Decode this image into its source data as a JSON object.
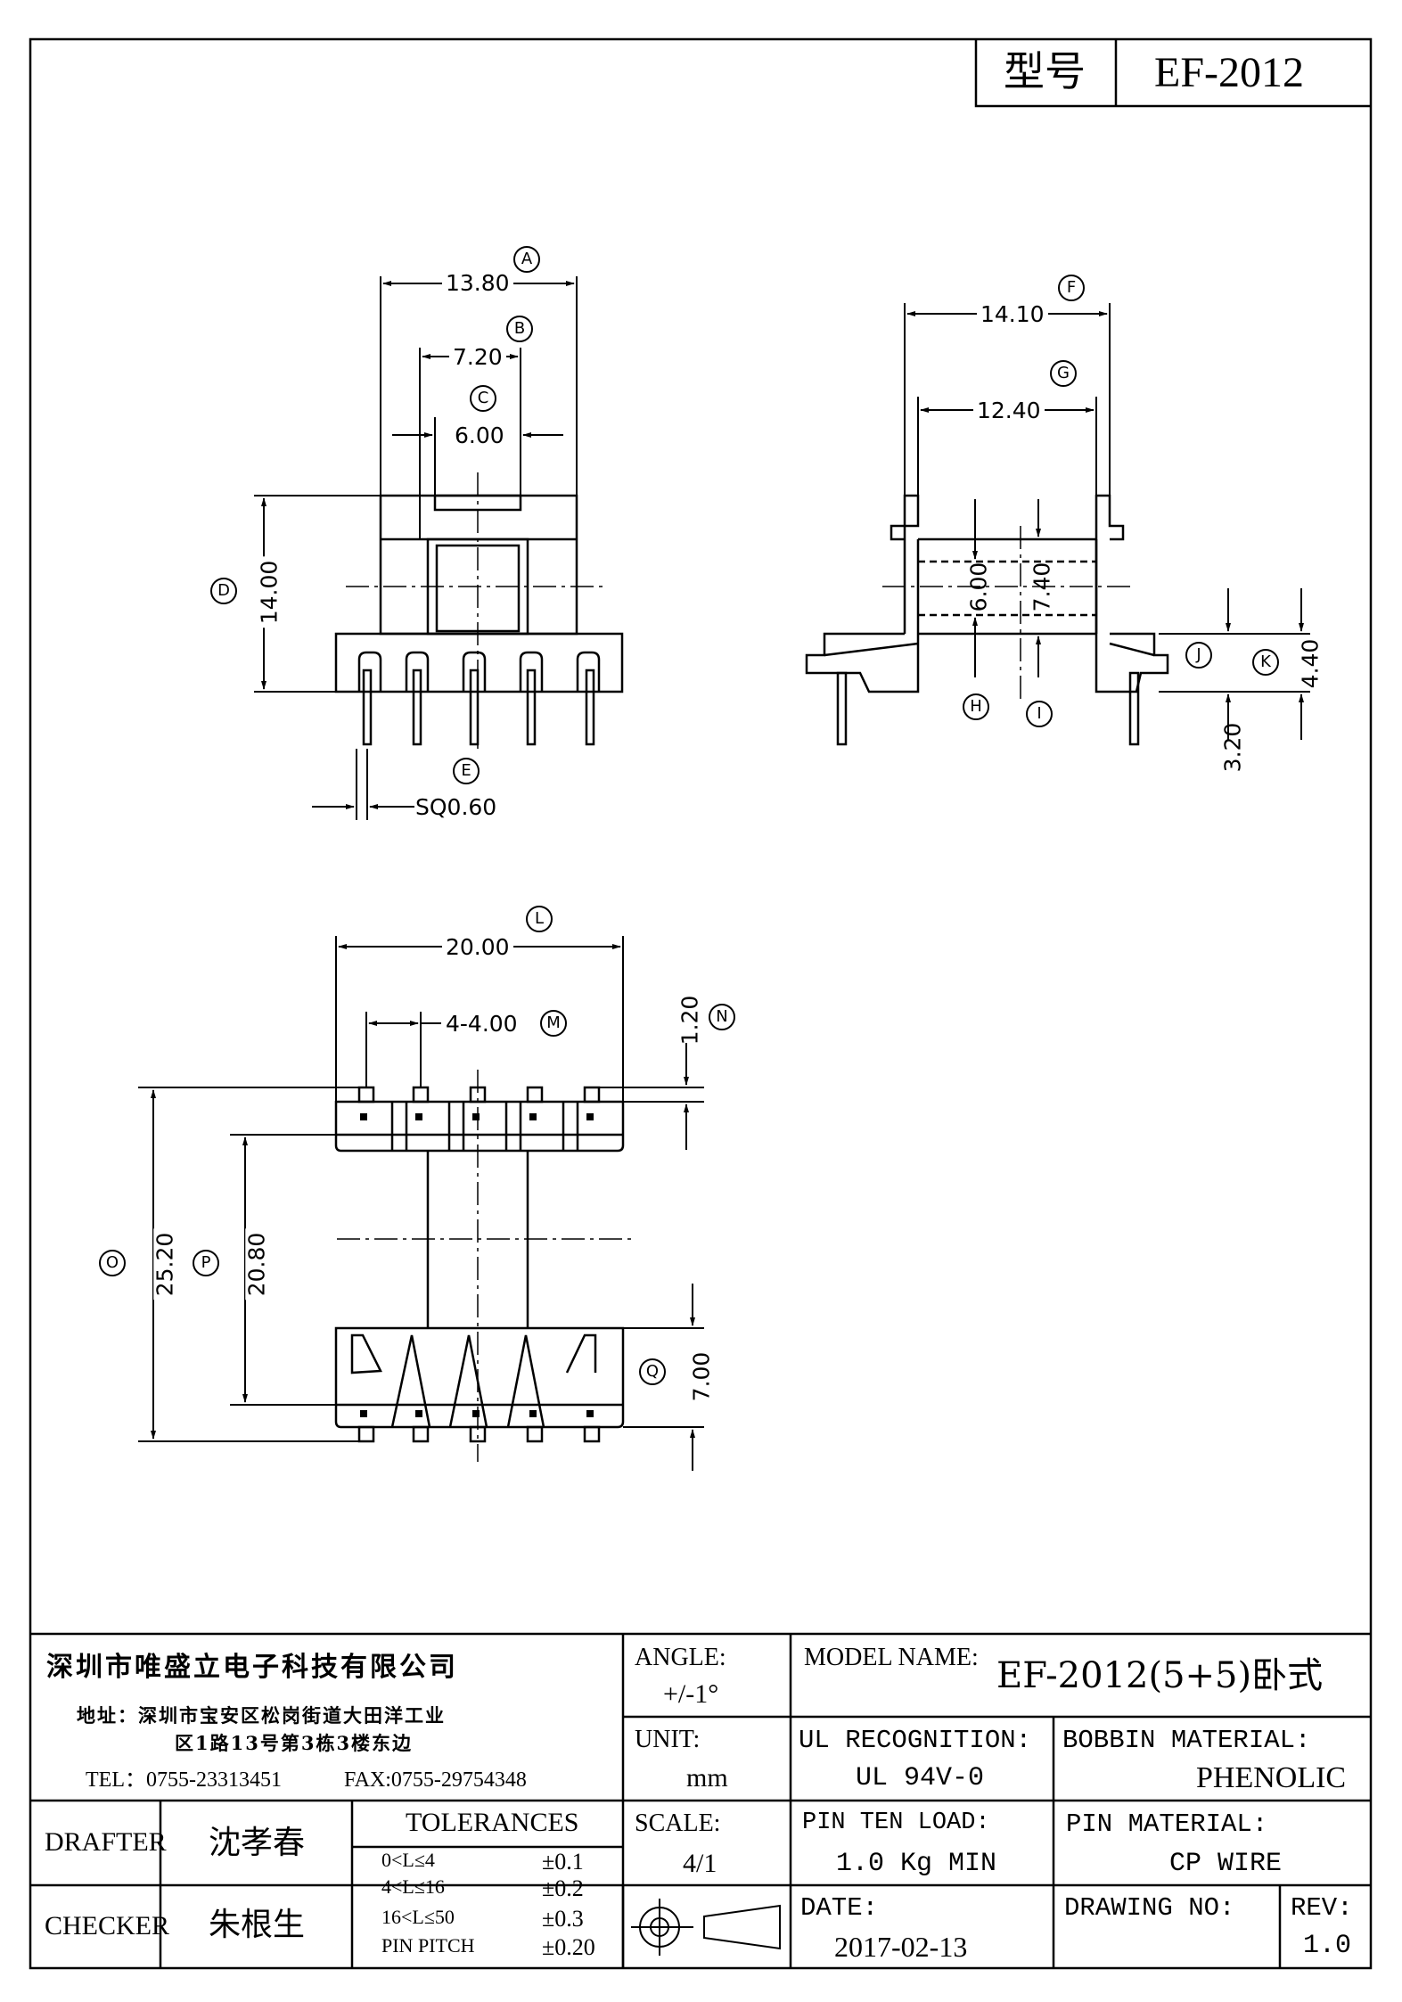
{
  "header": {
    "model_label": "型号",
    "model_value": "EF-2012"
  },
  "dimensions": {
    "A": {
      "letter": "A",
      "value": "13.80"
    },
    "B": {
      "letter": "B",
      "value": "7.20"
    },
    "C": {
      "letter": "C",
      "value": "6.00"
    },
    "D": {
      "letter": "D",
      "value": "14.00"
    },
    "E": {
      "letter": "E",
      "value": "SQ0.60"
    },
    "F": {
      "letter": "F",
      "value": "14.10"
    },
    "G": {
      "letter": "G",
      "value": "12.40"
    },
    "H": {
      "letter": "H",
      "value": "6.00"
    },
    "I": {
      "letter": "I",
      "value": "7.40"
    },
    "J": {
      "letter": "J",
      "value": ""
    },
    "K": {
      "letter": "K",
      "value": "4.40"
    },
    "J_value": "3.20",
    "L": {
      "letter": "L",
      "value": "20.00"
    },
    "M": {
      "letter": "M",
      "value": "4-4.00"
    },
    "N": {
      "letter": "N",
      "value": "1.20"
    },
    "O": {
      "letter": "O",
      "value": "25.20"
    },
    "P": {
      "letter": "P",
      "value": "20.80"
    },
    "Q": {
      "letter": "Q",
      "value": "7.00"
    }
  },
  "title_block": {
    "company": "深圳市唯盛立电子科技有限公司",
    "address_line1": "地址：深圳市宝安区松岗街道大田洋工业",
    "address_line2": "区1路13号第3栋3楼东边",
    "tel": "TEL：0755-23313451",
    "fax": "FAX:0755-29754348",
    "angle_label": "ANGLE:",
    "angle_value": "+/-1°",
    "model_name_label": "MODEL NAME:",
    "model_name_value": "EF-2012(5+5)卧式",
    "unit_label": "UNIT:",
    "unit_value": "mm",
    "ul_label": "UL RECOGNITION:",
    "ul_value": "UL 94V-0",
    "bobbin_label": "BOBBIN MATERIAL:",
    "bobbin_value": "PHENOLIC",
    "drafter_label": "DRAFTER",
    "drafter_value": "沈孝春",
    "tolerances_label": "TOLERANCES",
    "scale_label": "SCALE:",
    "scale_value": "4/1",
    "pin_ten_label": "PIN TEN LOAD:",
    "pin_ten_value": "1.0 Kg MIN",
    "pin_material_label": "PIN MATERIAL:",
    "pin_material_value": "CP WIRE",
    "checker_label": "CHECKER",
    "checker_value": "朱根生",
    "date_label": "DATE:",
    "date_value": "2017-02-13",
    "drawing_no_label": "DRAWING NO:",
    "rev_label": "REV:",
    "rev_value": "1.0",
    "tolerances": [
      {
        "range": "0<L≤4",
        "tol": "±0.1"
      },
      {
        "range": "4<L≤16",
        "tol": "±0.2"
      },
      {
        "range": "16<L≤50",
        "tol": "±0.3"
      },
      {
        "range": "PIN PITCH",
        "tol": "±0.20"
      }
    ]
  }
}
